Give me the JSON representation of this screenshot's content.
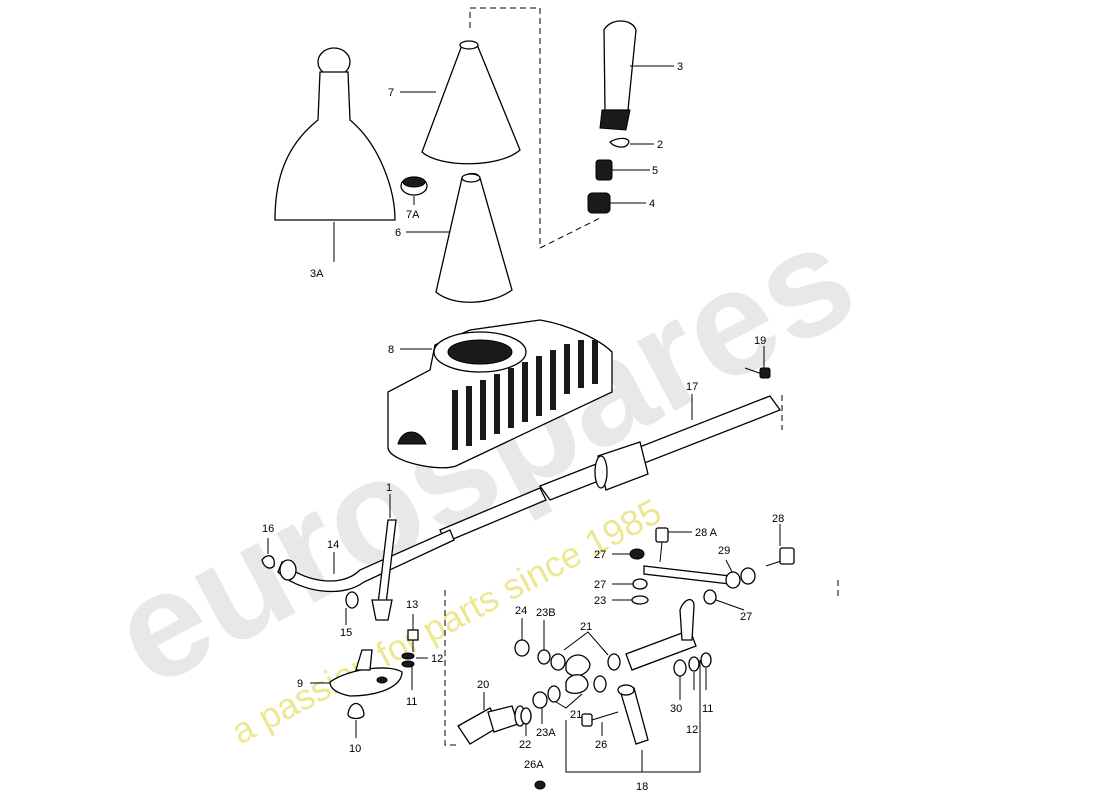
{
  "watermark": {
    "brand": "eurospares",
    "tagline": "a passion for parts since 1985"
  },
  "callouts": {
    "c3A": "3A",
    "c7": "7",
    "c3": "3",
    "c2": "2",
    "c5": "5",
    "c4": "4",
    "c7A": "7A",
    "c6": "6",
    "c8": "8",
    "c19": "19",
    "c17": "17",
    "c1": "1",
    "c16": "16",
    "c14": "14",
    "c13": "13",
    "c15": "15",
    "c12a": "12",
    "c11a": "11",
    "c9": "9",
    "c10": "10",
    "c28A": "28 A",
    "c28": "28",
    "c27a": "27",
    "c29": "29",
    "c27b": "27",
    "c23": "23",
    "c27c": "27",
    "c24": "24",
    "c23B": "23B",
    "c21a": "21",
    "c20": "20",
    "c21b": "21",
    "c22": "22",
    "c23A": "23A",
    "c26A": "26A",
    "c26": "26",
    "c18": "18",
    "c30": "30",
    "c12b": "12",
    "c11b": "11"
  }
}
